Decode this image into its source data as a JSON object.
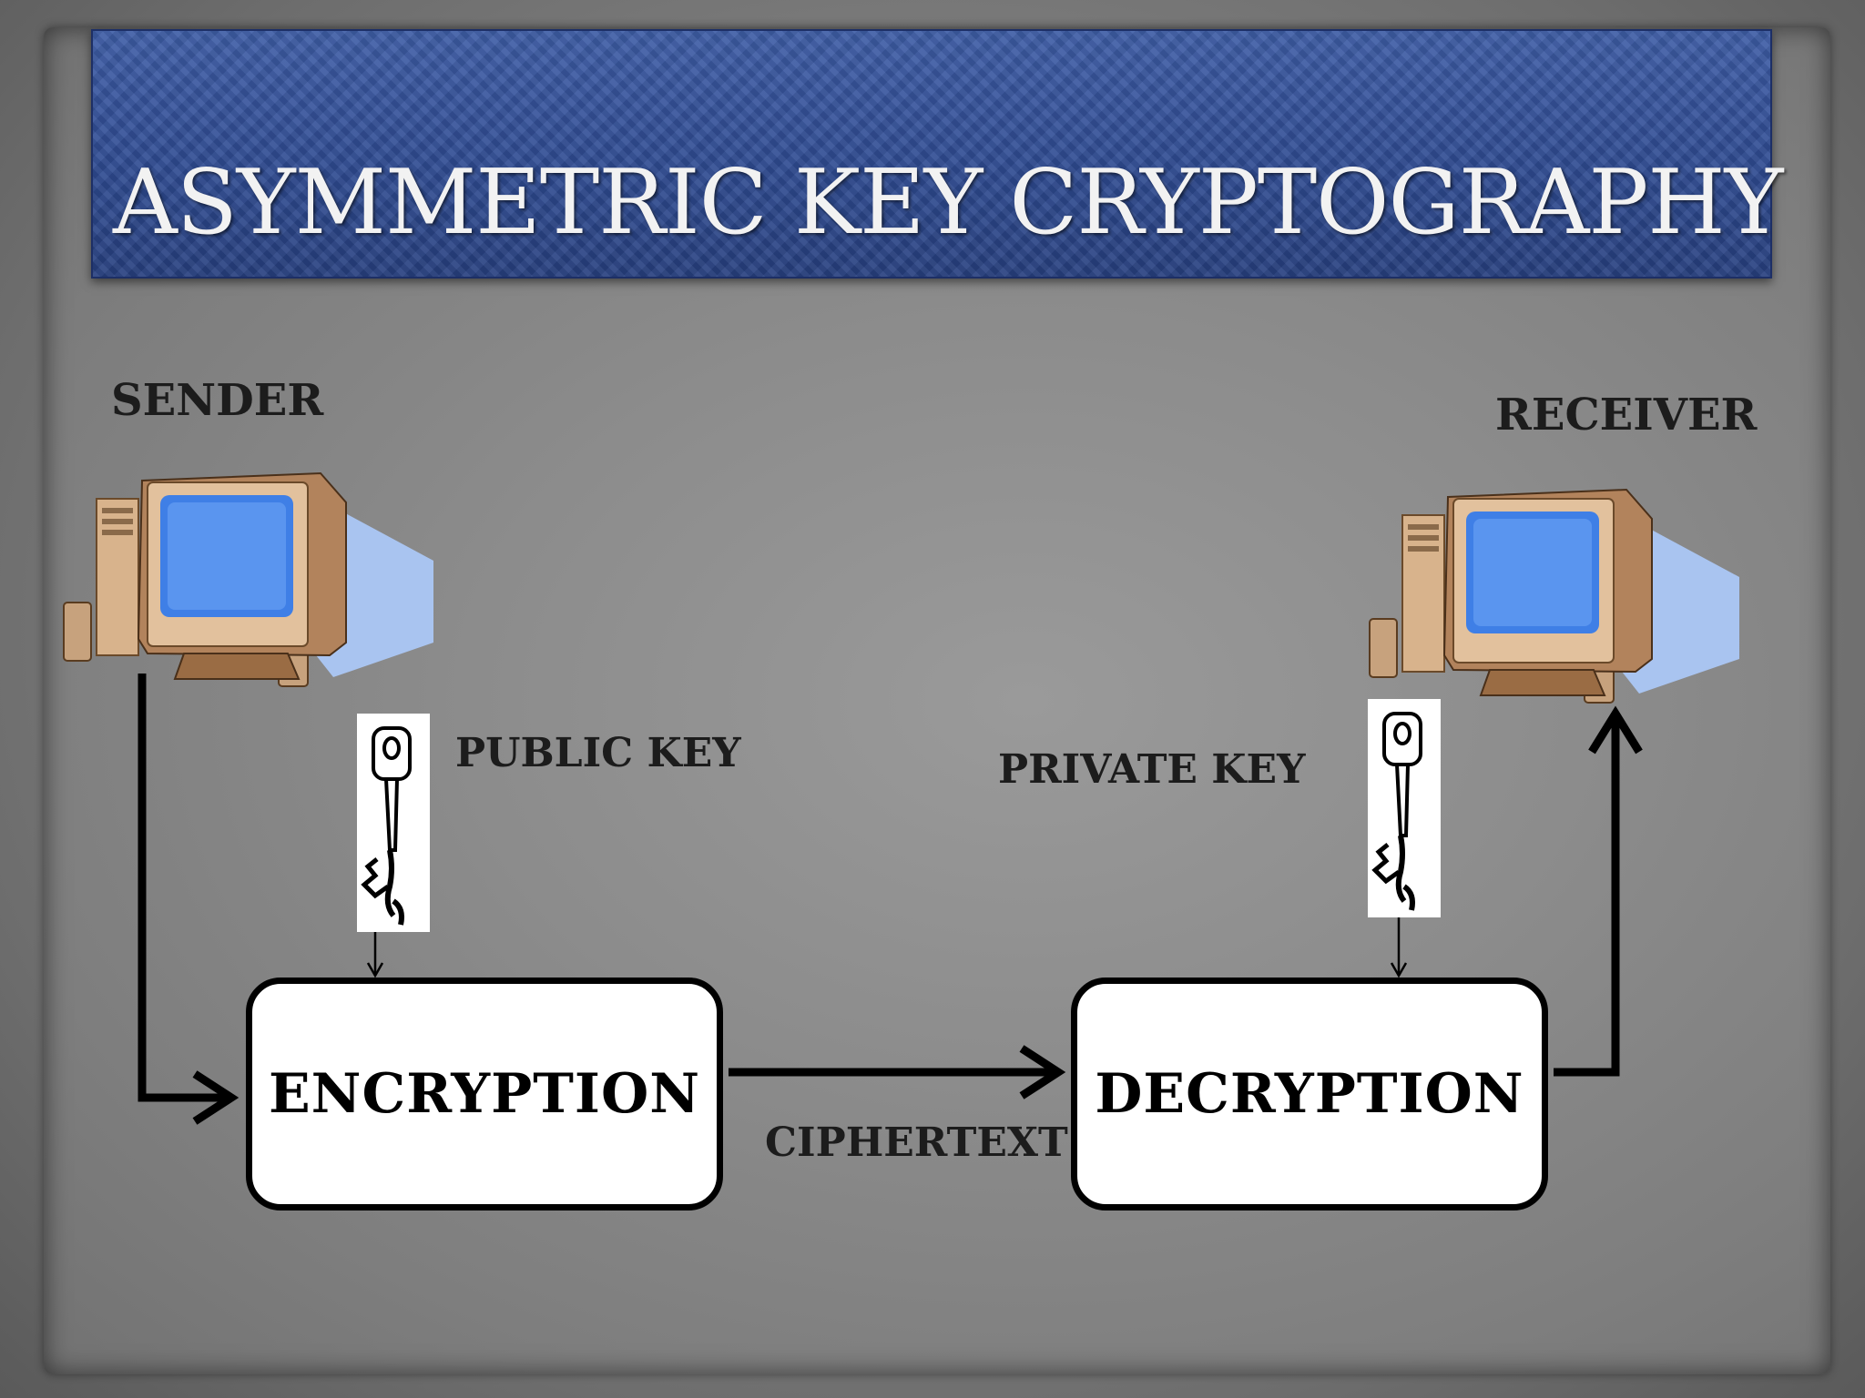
{
  "slide": {
    "title": "ASYMMETRIC KEY CRYPTOGRAPHY"
  },
  "diagram": {
    "sender_label": "SENDER",
    "receiver_label": "RECEIVER",
    "public_key_label": "PUBLIC KEY",
    "private_key_label": "PRIVATE KEY",
    "encryption_label": "ENCRYPTION",
    "decryption_label": "DECRYPTION",
    "ciphertext_label": "CIPHERTEXT"
  },
  "icons": {
    "computer": "desktop-computer-icon",
    "key": "key-icon"
  },
  "colors": {
    "banner": "#2f4b92",
    "title_text": "#f2f2f2",
    "background": "#8c8c8c",
    "box_fill": "#ffffff",
    "line": "#000000",
    "screen": "#3f7fe6"
  }
}
